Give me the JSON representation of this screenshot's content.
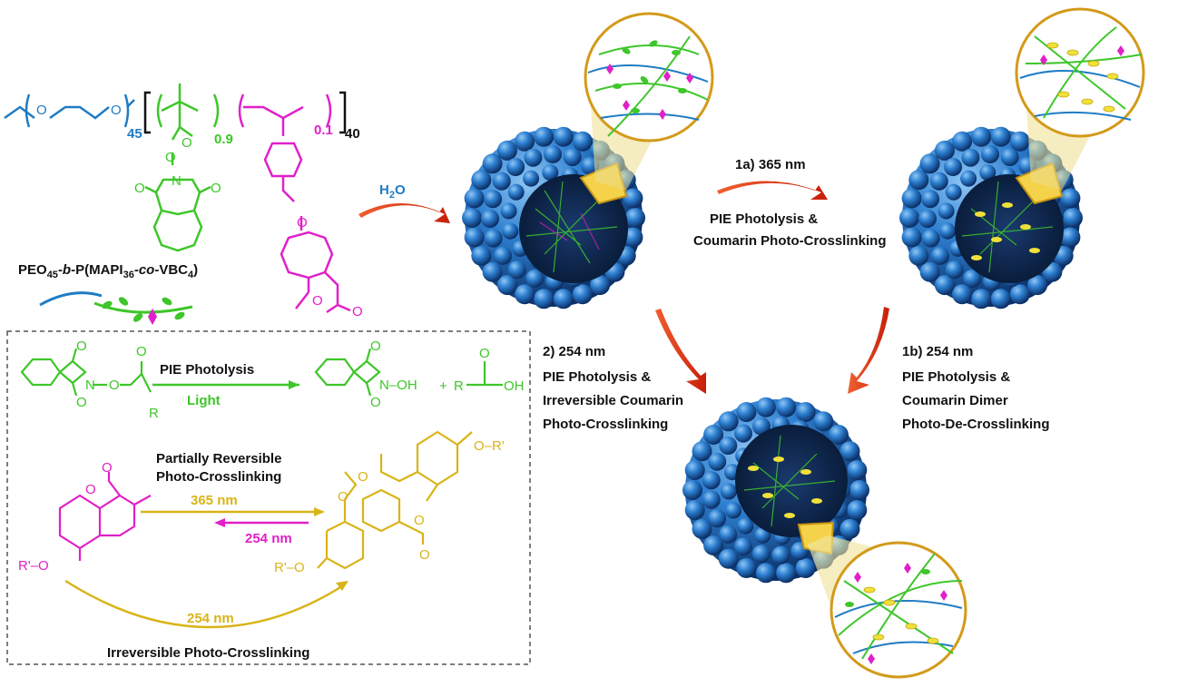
{
  "polymer": {
    "peo_subscript": "45",
    "sub_09": "0.9",
    "sub_01": "0.1",
    "sub_40": "40",
    "name_prefix": "PEO",
    "name_sub1": "45",
    "name_b": "-b-",
    "name_p": "P(MAPI",
    "name_sub2": "36",
    "name_co": "-co-",
    "name_vbc": "VBC",
    "name_sub3": "4",
    "name_end": ")"
  },
  "steps": {
    "water": "H",
    "water_sub": "2",
    "water_end": "O",
    "step_1a": "1a) 365 nm",
    "step_1a_desc1": "PIE Photolysis &",
    "step_1a_desc2": "Coumarin Photo-Crosslinking",
    "step_2": "2) 254 nm",
    "step_2_desc1": "PIE Photolysis &",
    "step_2_desc2": "Irreversible Coumarin",
    "step_2_desc3": "Photo-Crosslinking",
    "step_1b": "1b) 254 nm",
    "step_1b_desc1": "PIE Photolysis &",
    "step_1b_desc2": "Coumarin Dimer",
    "step_1b_desc3": "Photo-De-Crosslinking"
  },
  "box": {
    "pie_photolysis": "PIE Photolysis",
    "light": "Light",
    "partially_1": "Partially Reversible",
    "partially_2": "Photo-Crosslinking",
    "fwd_nm": "365 nm",
    "rev_nm": "254 nm",
    "irr_nm": "254 nm",
    "irreversible": "Irreversible Photo-Crosslinking",
    "atom_n_oh": "N–OH",
    "atom_n": "N",
    "atom_o": "O",
    "plus": "+",
    "acid_r": "R",
    "acid_oh": "OH",
    "ester_r": "R",
    "r_prime_o": "R'–O",
    "o_r_prime": "O–R'"
  },
  "colors": {
    "peo": "#1f7cc4",
    "mapi": "#3ec62a",
    "coumarin": "#e020c8",
    "dimer": "#d9b417",
    "arrow": "#e03a10",
    "corona": "#2a6fc0",
    "lens": "#d39a1a"
  }
}
